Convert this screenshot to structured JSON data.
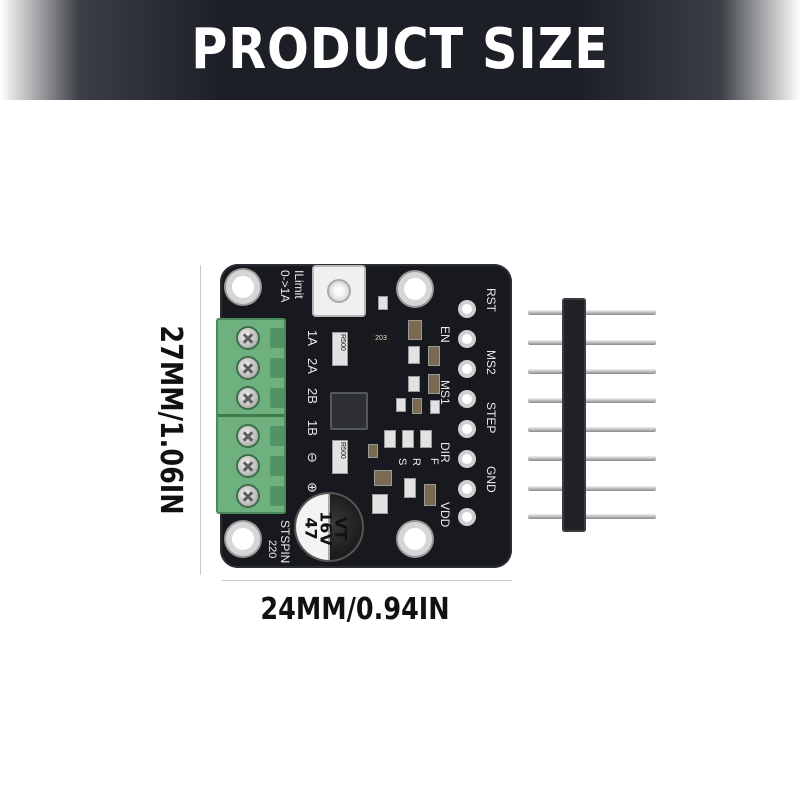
{
  "banner": {
    "title": "PRODUCT SIZE"
  },
  "dimensions": {
    "height_label": "27MM/1.06IN",
    "width_label": "24MM/0.94IN"
  },
  "board": {
    "ilimit_line1": "ILimit",
    "ilimit_line2": "0->1A",
    "motor_labels": [
      "1A",
      "2A",
      "2B",
      "1B",
      "⊖",
      "⊕"
    ],
    "pin_labels": [
      "RST",
      "EN",
      "MS2",
      "MS1",
      "STEP",
      "DIR",
      "GND",
      "VDD"
    ],
    "small_labels": {
      "s": "S",
      "r": "R",
      "f": "F"
    },
    "resistor_top": "R500",
    "resistor_bottom": "R500",
    "pot_code": "203",
    "brand": "STSPIN",
    "brand_code": "220",
    "capacitor": {
      "value": "47",
      "voltage": "16V",
      "series": "VT"
    }
  },
  "header": {
    "pin_count": 8
  },
  "colors": {
    "banner_bg": "#1c1f26",
    "pcb": "#17191e",
    "terminal_green": "#6fb07f"
  }
}
